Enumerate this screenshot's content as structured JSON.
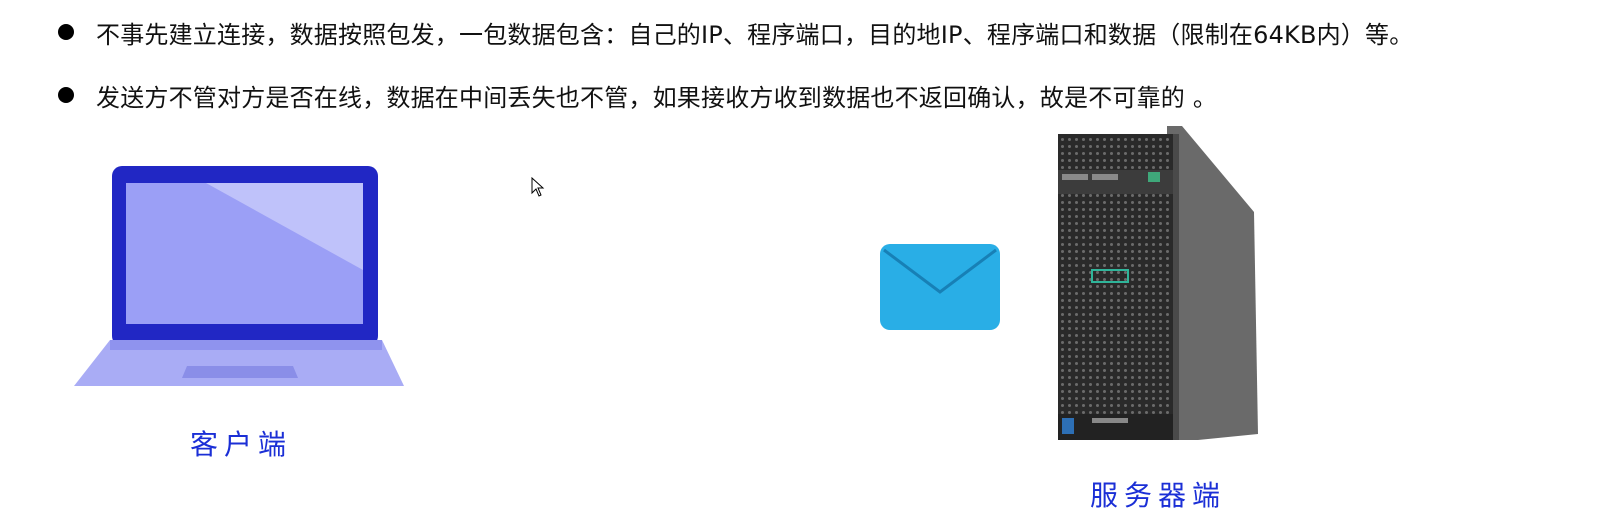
{
  "bullets": [
    "不事先建立连接，数据按照包发，一包数据包含：自己的IP、程序端口，目的地IP、程序端口和数据（限制在64KB内）等。",
    "发送方不管对方是否在线，数据在中间丢失也不管，如果接收方收到数据也不返回确认，故是不可靠的 。"
  ],
  "labels": {
    "client": "客户端",
    "server": "服务器端"
  },
  "icons": {
    "client": "laptop-icon",
    "message": "envelope-icon",
    "server": "server-tower-icon",
    "pointer": "mouse-cursor-icon"
  },
  "colors": {
    "label": "#1b2fd6",
    "laptop_frame": "#2127c4",
    "envelope": "#29aee6"
  }
}
